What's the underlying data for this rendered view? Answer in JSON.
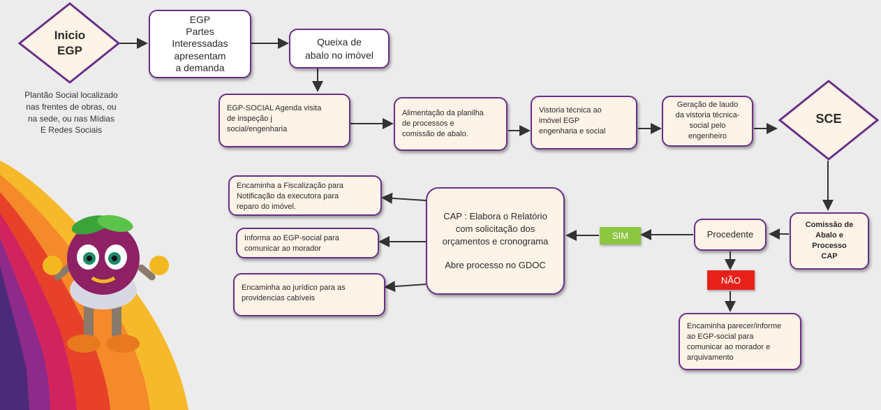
{
  "start": {
    "lines": [
      "Inicio",
      "EGP"
    ]
  },
  "start_note": {
    "lines": [
      "Plantão Social localizado",
      "nas frentes de obras, ou",
      "na sede, ou nas Mídias",
      "E Redes Sociais"
    ]
  },
  "egp_box": {
    "lines": [
      "EGP",
      "Partes",
      "Interessadas",
      "apresentam",
      "a demanda"
    ]
  },
  "queixa_box": {
    "lines": [
      "Queixa de",
      "abalo no  imóvel"
    ]
  },
  "agenda_box": {
    "lines": [
      "EGP-SOCIAL  Agenda  visita",
      "de inspeção j",
      "social/engenharia"
    ]
  },
  "planilha_box": {
    "lines": [
      "Alimentação  da planilha",
      "de processos  e",
      "comissão  de abalo."
    ]
  },
  "vistoria_box": {
    "lines": [
      "Vistoria técnica ao",
      "imóvel  EGP",
      "engenharia  e social"
    ]
  },
  "laudo_box": {
    "lines": [
      "Geração de laudo",
      "da vistoria técnica-",
      "social pelo",
      "engenheiro"
    ]
  },
  "sce": {
    "label": "SCE"
  },
  "comissao_box": {
    "lines": [
      "Comissão  de",
      "Abalo  e",
      "Processo",
      "CAP"
    ]
  },
  "procedente_box": {
    "label": "Procedente"
  },
  "sim_badge": {
    "label": "SIM",
    "color": "#8cc63f"
  },
  "nao_badge": {
    "label": "NÃO",
    "color": "#e8211b"
  },
  "cap_box": {
    "lines": [
      "CAP : Elabora o Relatório",
      "com  solicitação dos",
      "orçamentos e cronograma",
      "",
      "Abre  processo no GDOC"
    ]
  },
  "fiscal_box": {
    "lines": [
      "Encaminha  a Fiscalização para",
      "Notificação da executora para",
      "reparo do imóvel."
    ]
  },
  "informa_box": {
    "lines": [
      "Informa ao   EGP-social para",
      "comunicar ao morador"
    ]
  },
  "juridico_box": {
    "lines": [
      "Encaminha  ao jurídico para as",
      "providencias cabíveis"
    ]
  },
  "parecer_box": {
    "lines": [
      "Encaminha parecer/informe",
      "ao   EGP-social para",
      "comunicar ao morador  e",
      "arquivamento"
    ]
  },
  "colors": {
    "border": "#6a2f86",
    "box_fill": "#fdf3e6",
    "arrow": "#333333",
    "background": "#ececec"
  }
}
